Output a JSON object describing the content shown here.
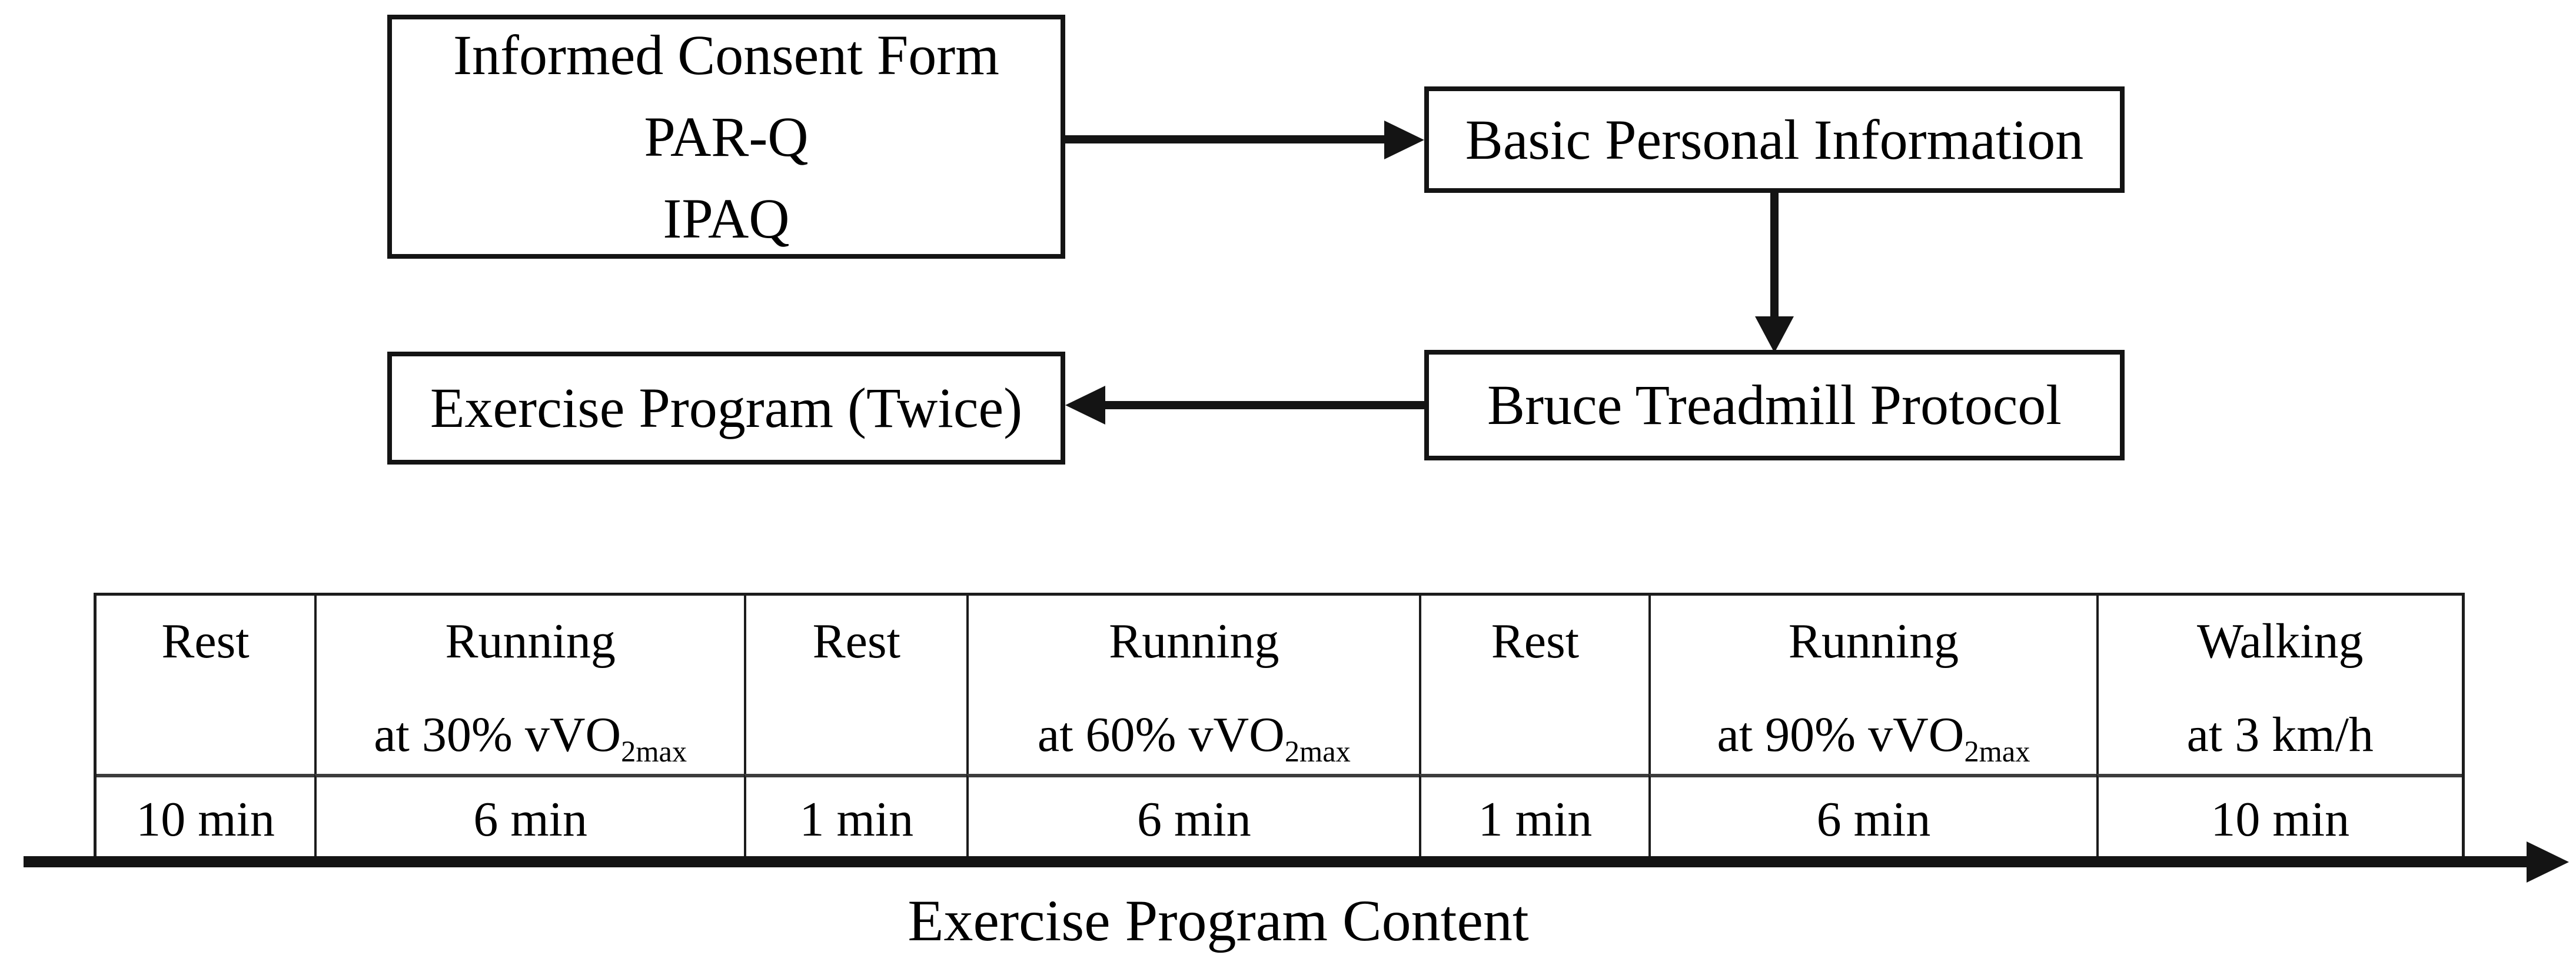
{
  "flowchart": {
    "consent_box": {
      "lines": [
        "Informed Consent Form",
        "PAR-Q",
        "IPAQ"
      ]
    },
    "personal_info_box": {
      "label": "Basic Personal Information"
    },
    "treadmill_box": {
      "label": "Bruce Treadmill Protocol"
    },
    "exercise_program_box": {
      "label": "Exercise Program (Twice)"
    }
  },
  "table": {
    "columns": [
      {
        "activity": "Rest",
        "detail_prefix": "",
        "detail_sub": "",
        "duration": "10 min"
      },
      {
        "activity": "Running",
        "detail_prefix": "at 30% vVO",
        "detail_sub": "2max",
        "duration": "6 min"
      },
      {
        "activity": "Rest",
        "detail_prefix": "",
        "detail_sub": "",
        "duration": "1 min"
      },
      {
        "activity": "Running",
        "detail_prefix": "at 60% vVO",
        "detail_sub": "2max",
        "duration": "6 min"
      },
      {
        "activity": "Rest",
        "detail_prefix": "",
        "detail_sub": "",
        "duration": "1 min"
      },
      {
        "activity": "Running",
        "detail_prefix": "at 90% vVO",
        "detail_sub": "2max",
        "duration": "6 min"
      },
      {
        "activity": "Walking",
        "detail_prefix": "at 3 km/h",
        "detail_sub": "",
        "duration": "10 min"
      }
    ]
  },
  "timeline": {
    "caption": "Exercise Program Content"
  },
  "colors": {
    "ink": "#141414",
    "background": "#ffffff"
  }
}
